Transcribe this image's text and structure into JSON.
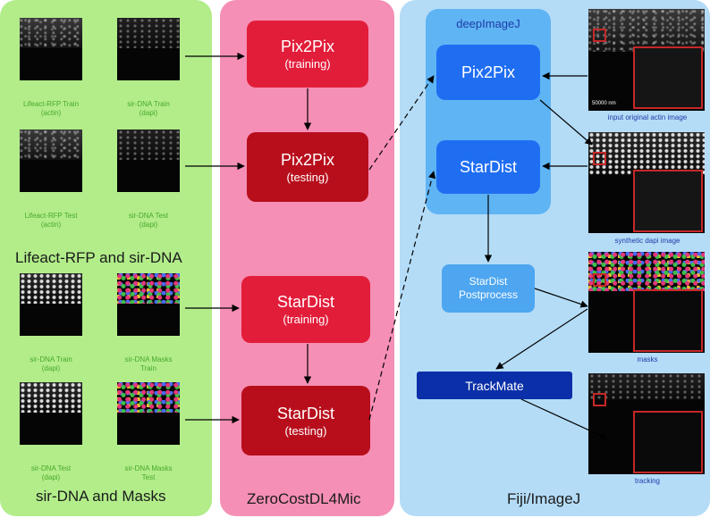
{
  "panels": {
    "left_title_top": "Lifeact-RFP and sir-DNA",
    "left_title_bottom": "sir-DNA and Masks",
    "middle_title": "ZeroCostDL4Mic",
    "right_title": "Fiji/ImageJ"
  },
  "thumbnails": [
    {
      "caption": [
        "Lifeact-RFP Train",
        "(actin)"
      ]
    },
    {
      "caption": [
        "sir-DNA Train",
        "(dapi)"
      ]
    },
    {
      "caption": [
        "Lifeact-RFP Test",
        "(actin)"
      ]
    },
    {
      "caption": [
        "sir-DNA Test",
        "(dapi)"
      ]
    },
    {
      "caption": [
        "sir-DNA Train",
        "(dapi)"
      ]
    },
    {
      "caption": [
        "sir-DNA Masks",
        "Train"
      ]
    },
    {
      "caption": [
        "sir-DNA Test",
        "(dapi)"
      ]
    },
    {
      "caption": [
        "sir-DNA Masks",
        "Test"
      ]
    }
  ],
  "zerocost": {
    "pix_train": {
      "name": "Pix2Pix",
      "mode": "(training)"
    },
    "pix_test": {
      "name": "Pix2Pix",
      "mode": "(testing)"
    },
    "star_train": {
      "name": "StarDist",
      "mode": "(training)"
    },
    "star_test": {
      "name": "StarDist",
      "mode": "(testing)"
    }
  },
  "fiji": {
    "deepimagej_label": "deepImageJ",
    "pix2pix": "Pix2Pix",
    "stardist": "StarDist",
    "postprocess": [
      "StarDist",
      "Postprocess"
    ],
    "trackmate": "TrackMate"
  },
  "images": {
    "input_caption": "input original actin image",
    "scale_bar": "50000 nm",
    "synthetic_caption": "synthetic dapi image",
    "masks_caption": "masks",
    "tracking_caption": "tracking"
  }
}
